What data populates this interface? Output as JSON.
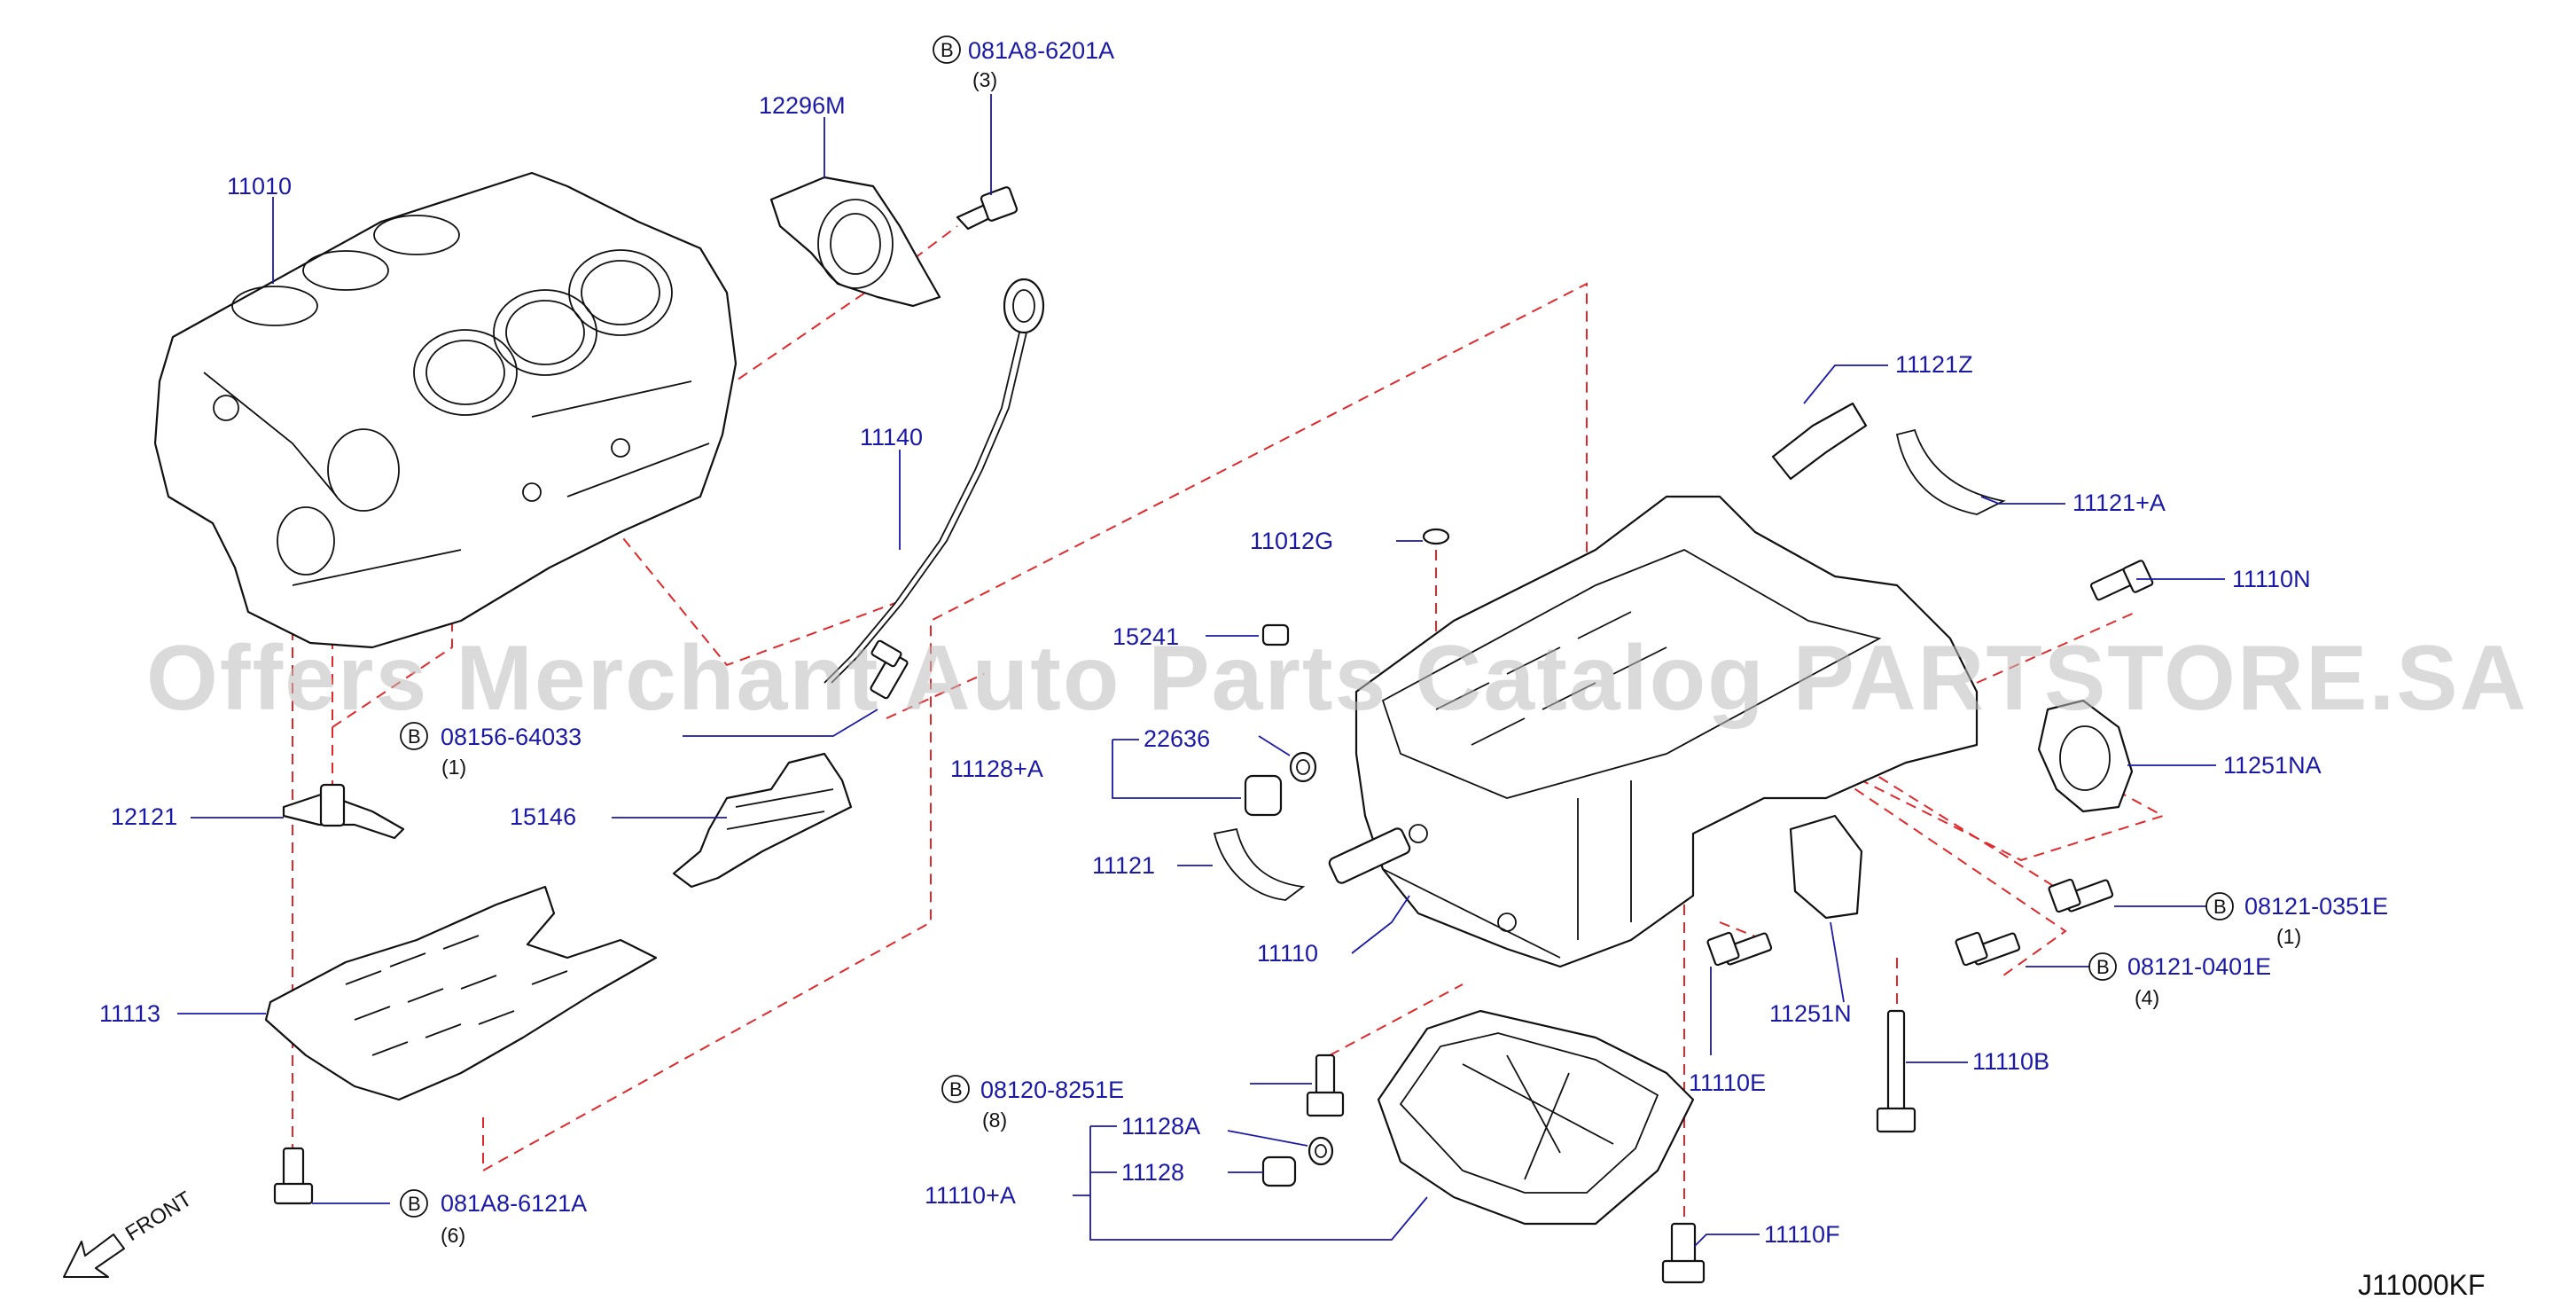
{
  "diagram_code": "J11000KF",
  "watermark": "Offers Merchant Auto Parts Catalog PARTSTORE.SA",
  "front_label": "FRONT",
  "bolt_symbol": "B",
  "callouts": {
    "p11010": "11010",
    "p12296m": "12296M",
    "b081a8_6201a": "081A8-6201A",
    "q3": "(3)",
    "p11140": "11140",
    "p11121z": "11121Z",
    "p11121a_plus": "11121+A",
    "p11012g": "11012G",
    "p11110n": "11110N",
    "p15241": "15241",
    "b08156_64033": "08156-64033",
    "q1_top": "(1)",
    "p22636": "22636",
    "p11128a_plus": "11128+A",
    "p11251na": "11251NA",
    "p12121": "12121",
    "p15146": "15146",
    "p11121": "11121",
    "b08121_0351e": "08121-0351E",
    "q1_right": "(1)",
    "p11110": "11110",
    "b08121_0401e": "08121-0401E",
    "q4": "(4)",
    "p11113": "11113",
    "p11251n": "11251N",
    "p11110b": "11110B",
    "b08120_8251e": "08120-8251E",
    "q8": "(8)",
    "p11110e": "11110E",
    "p11128a": "11128A",
    "p11110a_plus": "11110+A",
    "p11128": "11128",
    "b081a8_6121a": "081A8-6121A",
    "q6": "(6)",
    "p11110f": "11110F"
  },
  "colors": {
    "label": "#1a1aa6",
    "dashed_line": "#e0282b",
    "outline": "#111111",
    "watermark": "#bcbcbc"
  }
}
